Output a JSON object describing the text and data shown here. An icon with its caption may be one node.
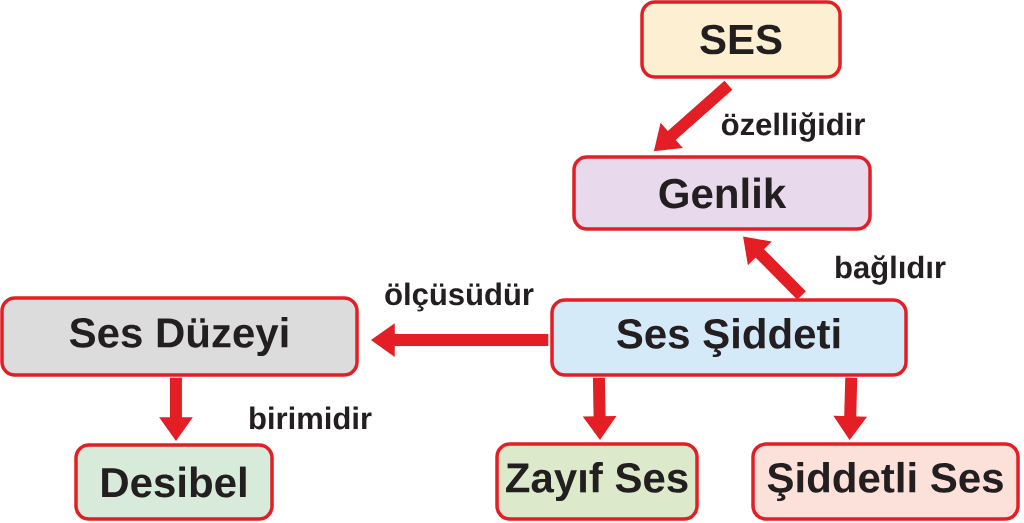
{
  "diagram": {
    "nodes": [
      {
        "text": [
          "SES"
        ]
      },
      {
        "text": [
          "Genlik"
        ]
      },
      {
        "text": [
          "Ses Şiddeti"
        ]
      },
      {
        "text": [
          "Ses Düzeyi"
        ]
      },
      {
        "text": [
          "Desibel"
        ]
      },
      {
        "text": [
          "Zayıf Ses"
        ]
      },
      {
        "text": [
          "Şiddetli Ses"
        ]
      }
    ],
    "edges": [
      {
        "from": 0,
        "to": 1,
        "arrow": "to",
        "label": "özelliğidir"
      },
      {
        "from": 2,
        "to": 1,
        "arrow": "to",
        "label": "bağlıdır"
      },
      {
        "from": 2,
        "to": 3,
        "arrow": "to",
        "label": "ölçüsüdür"
      },
      {
        "from": 3,
        "to": 4,
        "arrow": "to",
        "label": "birimidir"
      },
      {
        "from": 2,
        "to": 5,
        "arrow": "to"
      },
      {
        "from": 2,
        "to": 6,
        "arrow": "to"
      }
    ]
  }
}
